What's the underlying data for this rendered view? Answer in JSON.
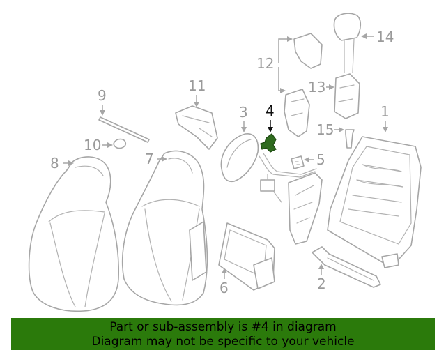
{
  "diagram": {
    "highlight_color": "#2f6b1f",
    "highlighted_part": "4",
    "callouts": [
      "1",
      "2",
      "3",
      "4",
      "5",
      "6",
      "7",
      "8",
      "9",
      "10",
      "11",
      "12",
      "13",
      "14",
      "15"
    ]
  },
  "banner": {
    "background_color": "#2b7a0b",
    "line1": "Part or sub-assembly is #4 in diagram",
    "line2": "Diagram may not be specific to your vehicle"
  }
}
